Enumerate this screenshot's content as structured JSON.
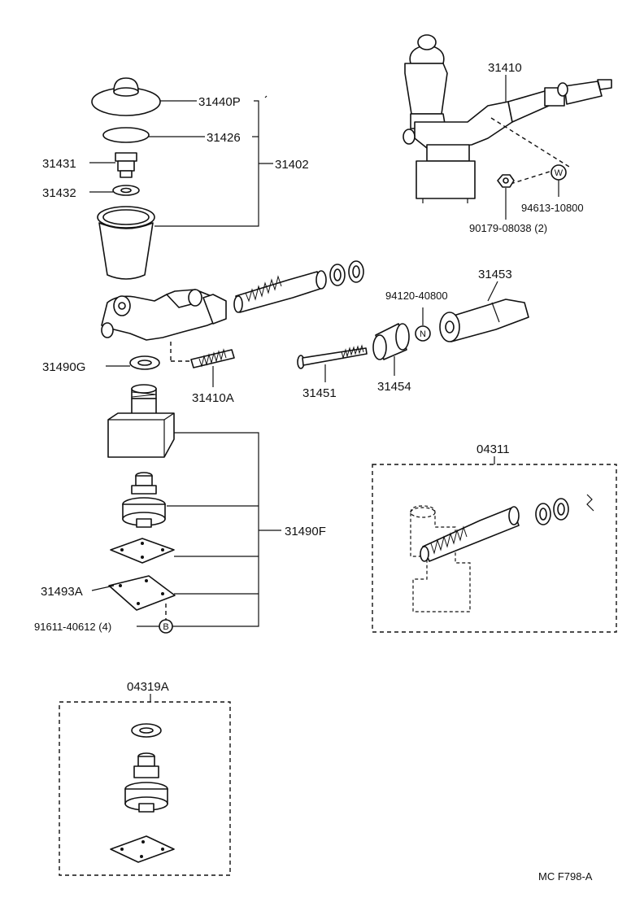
{
  "labels": {
    "p31440P": "31440P",
    "p31426": "31426",
    "p31402": "31402",
    "p31431": "31431",
    "p31432": "31432",
    "p31410": "31410",
    "p94613": "94613-10800",
    "p90179": "90179-08038 (2)",
    "p31453": "31453",
    "p94120": "94120-40800",
    "p31490G": "31490G",
    "p31410A": "31410A",
    "p31451": "31451",
    "p31454": "31454",
    "p04311": "04311",
    "p31490F": "31490F",
    "p31493A": "31493A",
    "p91611": "91611-40612 (4)",
    "p04319A": "04319A",
    "footer": "MC  F798-A"
  },
  "markers": {
    "W": "W",
    "N": "N",
    "B": "B"
  }
}
